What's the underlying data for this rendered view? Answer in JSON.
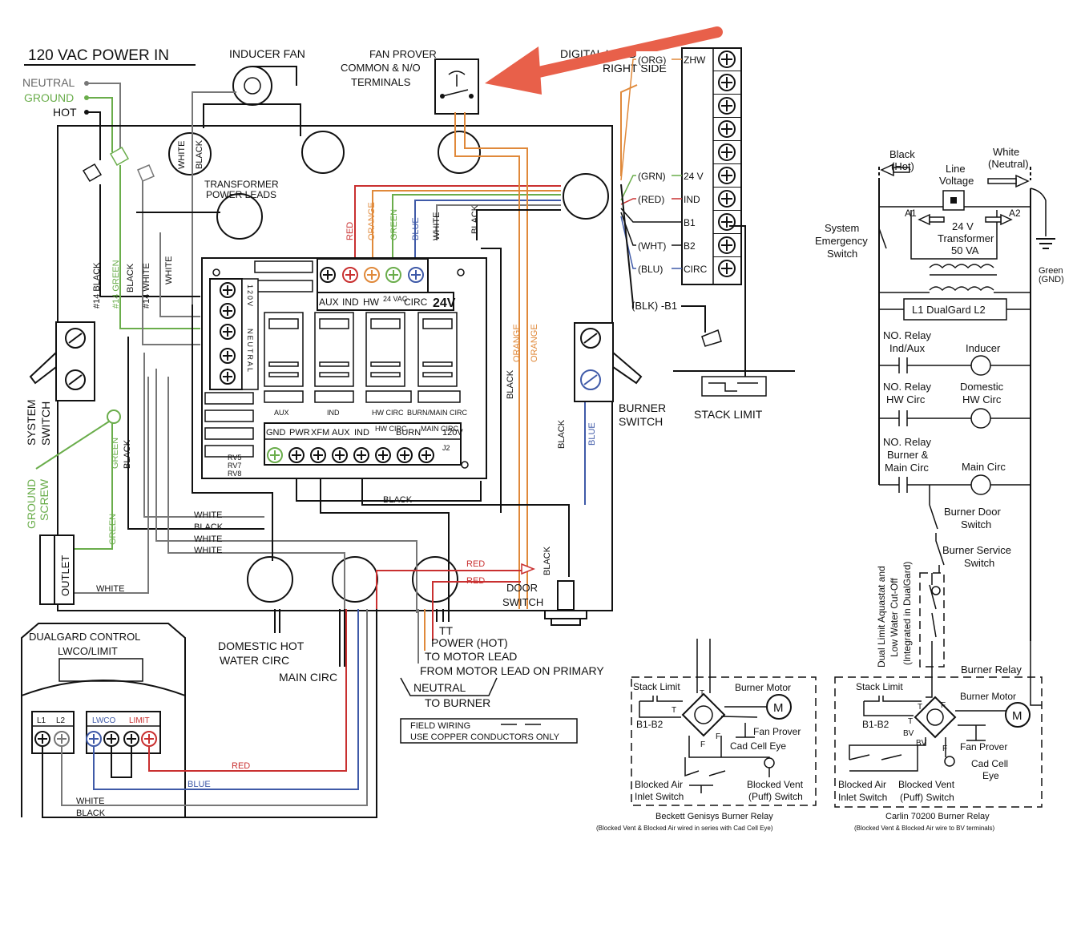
{
  "title": "120 VAC POWER IN",
  "power_in": {
    "neutral": "NEUTRAL",
    "ground": "GROUND",
    "hot": "HOT"
  },
  "top_labels": {
    "inducer_fan": "INDUCER FAN",
    "fan_prover": [
      "FAN PROVER",
      "COMMON & N/O",
      "TERMINALS"
    ],
    "digital_header": [
      "DIGITAL HEADER",
      "RIGHT SIDE"
    ],
    "transformer_leads": [
      "TRANSFORMER",
      "POWER LEADS"
    ]
  },
  "wire_labels": {
    "white": "WHITE",
    "black": "BLACK",
    "red": "RED",
    "orange": "ORANGE",
    "green": "GREEN",
    "blue": "BLUE",
    "b14_black": "#14 BLACK",
    "b14_green": "#14 GREEN",
    "b14_white": "#14 WHITE"
  },
  "header_terminals": [
    {
      "label": "(ORG)",
      "pin": "ZHW",
      "color": "#e0893a"
    },
    {
      "label": "",
      "pin": "",
      "color": ""
    },
    {
      "label": "",
      "pin": "",
      "color": ""
    },
    {
      "label": "",
      "pin": "",
      "color": ""
    },
    {
      "label": "",
      "pin": "",
      "color": ""
    },
    {
      "label": "(GRN)",
      "pin": "24 V",
      "color": "#6aad4b"
    },
    {
      "label": "(RED)",
      "pin": "IND",
      "color": "#c93030"
    },
    {
      "label": "",
      "pin": "B1",
      "color": "#111111"
    },
    {
      "label": "(WHT)",
      "pin": "B2",
      "color": "#111111"
    },
    {
      "label": "(BLU)",
      "pin": "CIRC",
      "color": "#3f5aa8"
    }
  ],
  "blk_b1": "(BLK) -B1",
  "stack_limit": "STACK LIMIT",
  "board": {
    "top_terms": [
      "AUX",
      "IND",
      "HW",
      "24 VAC",
      "CIRC"
    ],
    "v24": "24V",
    "relay_labels": [
      "AUX",
      "IND",
      "HW CIRC",
      "BURN/MAIN CIRC"
    ],
    "bottom_terms": [
      "GND",
      "PWR",
      "XFM",
      "AUX",
      "IND",
      "HW CIRC",
      "BURN",
      "MAIN CIRC",
      "120V"
    ],
    "j2": "J2",
    "rv": [
      "RV5",
      "RV7",
      "RV8"
    ],
    "side_120v": "120V",
    "side_neutral": "NEUTRAL"
  },
  "switches": {
    "system": [
      "SYSTEM",
      "SWITCH"
    ],
    "burner": [
      "BURNER",
      "SWITCH"
    ],
    "door": [
      "DOOR",
      "SWITCH"
    ]
  },
  "ground_screw": [
    "GROUND",
    "SCREW"
  ],
  "outlet": "OUTLET",
  "dualgard": {
    "title": [
      "DUALGARD CONTROL",
      "LWCO/LIMIT"
    ],
    "terms": [
      "L1",
      "L2",
      "LWCO",
      "LIMIT"
    ]
  },
  "bottom_labels": {
    "domestic": [
      "DOMESTIC HOT",
      "WATER CIRC"
    ],
    "main_circ": "MAIN CIRC",
    "tt": "TT",
    "power_hot": "POWER (HOT)",
    "to_motor": "TO MOTOR LEAD",
    "from_motor": "FROM MOTOR LEAD ON PRIMARY",
    "neutral": "NEUTRAL",
    "to_burner": "TO BURNER",
    "field_wiring": "FIELD WIRING",
    "copper": "USE COPPER CONDUCTORS ONLY"
  },
  "ladder": {
    "black_hot": [
      "Black",
      "(Hot)"
    ],
    "white_neutral": [
      "White",
      "(Neutral)"
    ],
    "line_voltage": [
      "Line",
      "Voltage"
    ],
    "a1": "A1",
    "a2": "A2",
    "transformer": [
      "24 V",
      "Transformer",
      "50 VA"
    ],
    "green_gnd": [
      "Green",
      "(GND)"
    ],
    "system_emergency": [
      "System",
      "Emergency",
      "Switch"
    ],
    "dualgard": "L1  DualGard  L2",
    "relays": [
      {
        "left": [
          "NO. Relay",
          "Ind/Aux"
        ],
        "right": [
          "Inducer"
        ]
      },
      {
        "left": [
          "NO. Relay",
          "HW Circ"
        ],
        "right": [
          "Domestic",
          "HW Circ"
        ]
      },
      {
        "left": [
          "NO. Relay",
          "Burner &",
          "Main Circ"
        ],
        "right": [
          "Main Circ"
        ]
      }
    ],
    "burner_door": [
      "Burner Door",
      "Switch"
    ],
    "burner_service": [
      "Burner Service",
      "Switch"
    ],
    "aquastat": [
      "Dual Limit Aquastat and",
      "Low Water Cut-Off",
      "(Integrated in DualGard)"
    ],
    "burner_relay": "Burner Relay"
  },
  "beckett": {
    "stack_limit": "Stack Limit",
    "burner_motor": "Burner Motor",
    "b1b2": "B1-B2",
    "fan_prover": "Fan Prover",
    "cad_cell": "Cad Cell Eye",
    "blocked_air": [
      "Blocked Air",
      "Inlet Switch"
    ],
    "blocked_vent": [
      "Blocked Vent",
      "(Puff) Switch"
    ],
    "title": "Beckett Genisys Burner Relay",
    "note": "(Blocked Vent & Blocked Air wired in series with Cad Cell Eye)",
    "m": "M"
  },
  "carlin": {
    "stack_limit": "Stack Limit",
    "burner_motor": "Burner Motor",
    "b1b2": "B1-B2",
    "fan_prover": "Fan Prover",
    "cad_cell": [
      "Cad Cell",
      "Eye"
    ],
    "blocked_air": [
      "Blocked Air",
      "Inlet Switch"
    ],
    "blocked_vent": [
      "Blocked Vent",
      "(Puff) Switch"
    ],
    "title": "Carlin 70200 Burner Relay",
    "note": "(Blocked Vent & Blocked Air wire to BV terminals)",
    "m": "M"
  },
  "relay_pins": {
    "t": "T",
    "f": "F",
    "bv": "BV"
  },
  "colors": {
    "arrow": "#e8604a",
    "green": "#6aad4b",
    "orange": "#e0893a",
    "red": "#c93030",
    "blue": "#3f5aa8"
  }
}
